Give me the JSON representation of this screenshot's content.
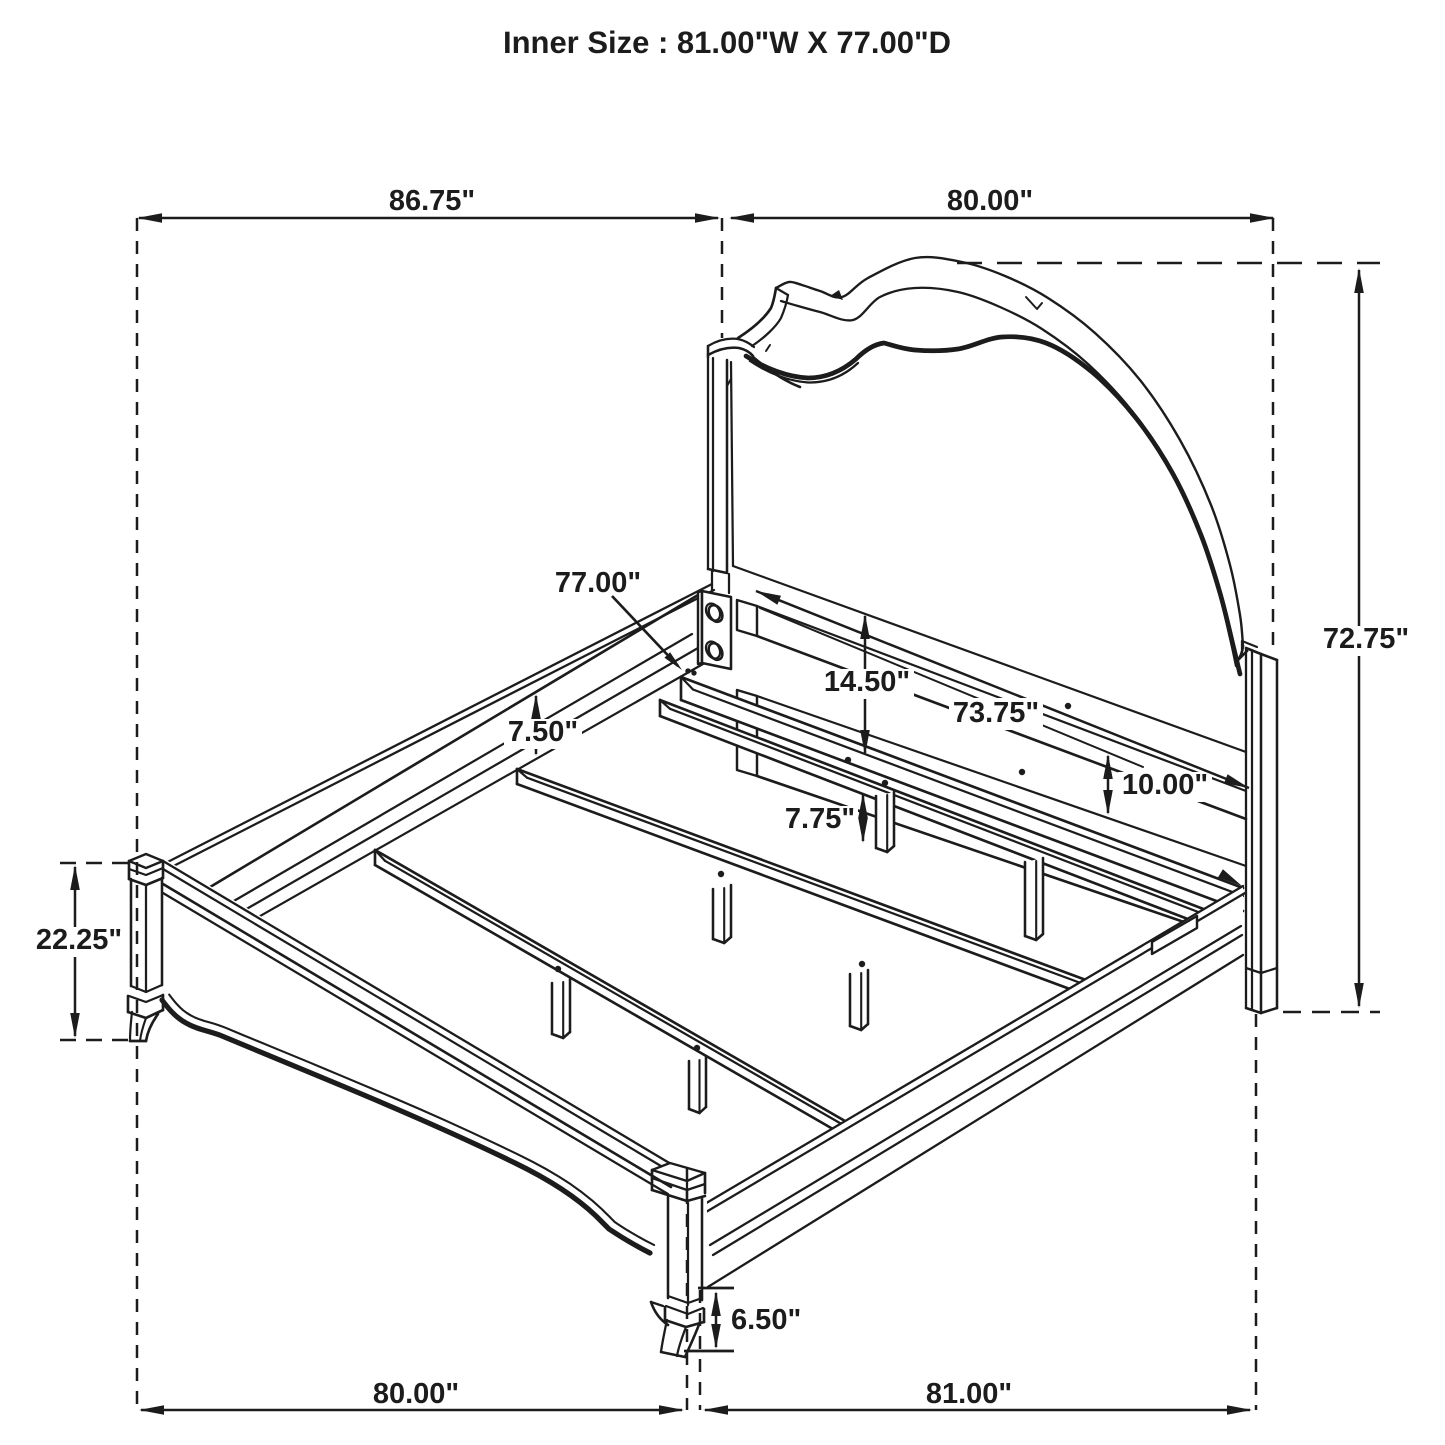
{
  "title": "Inner Size : 81.00\"W X 77.00\"D",
  "diagram": {
    "subject": "bed-frame-assembly-dimension-diagram",
    "units": "inches"
  },
  "colors": {
    "ink": "#1c1c1c",
    "background": "#ffffff"
  },
  "dimension_labels": {
    "overall_length": "86.75\"",
    "headboard_width": "80.00\"",
    "headboard_height": "72.75\"",
    "footboard_height": "22.25\"",
    "rail_length": "77.00\"",
    "rail_height": "7.50\"",
    "headboard_clearance": "14.50\"",
    "inner_rail_length": "73.75\"",
    "headboard_rail_width": "10.00\"",
    "support_leg_height": "7.75\"",
    "footboard_leg_height": "6.50\"",
    "footboard_width": "80.00\"",
    "inner_length": "81.00\""
  }
}
